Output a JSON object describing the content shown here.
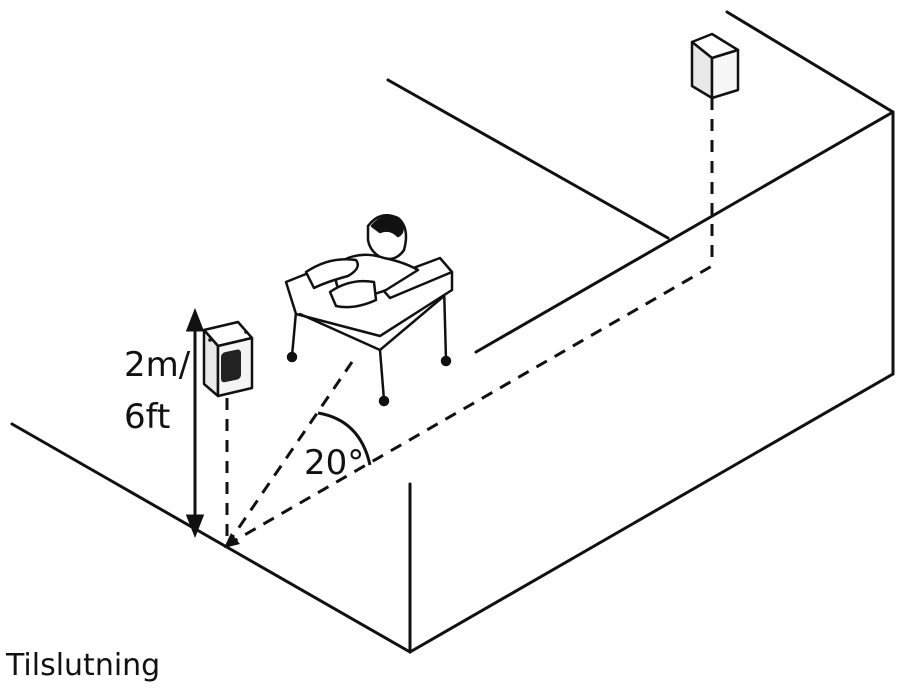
{
  "diagram": {
    "height_label_line1": "2m/",
    "height_label_line2": "6ft",
    "angle_label": "20°",
    "caption": "Tilslutning"
  },
  "colors": {
    "ink": "#111111",
    "speaker_fill": "#f2f2f2",
    "speaker_grille": "#222222"
  }
}
